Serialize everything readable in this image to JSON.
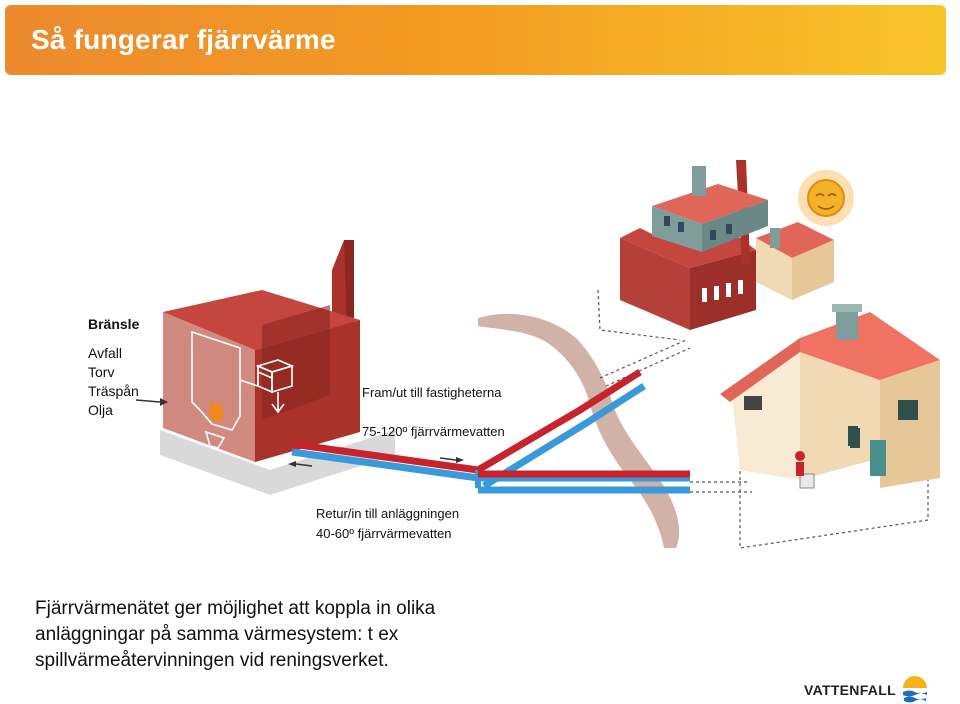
{
  "header": {
    "title": "Så fungerar fjärrvärme"
  },
  "fuel": {
    "heading": "Bränsle",
    "items": [
      "Avfall",
      "Torv",
      "Träspån",
      "Olja"
    ]
  },
  "supply": {
    "line1": "Fram/ut till fastigheterna",
    "line2": "75-120º fjärrvärmevatten"
  },
  "return": {
    "line1": "Retur/in till anläggningen",
    "line2": "40-60º fjärrvärmevatten"
  },
  "summary": {
    "lines": [
      "Fjärrvärmenätet ger möjlighet att koppla in olika",
      "anläggningar på samma värmesystem: t ex",
      "spillvärmeåtervinningen vid reningsverket."
    ]
  },
  "logo": {
    "text": "VATTENFALL"
  },
  "colors": {
    "title_bar": "#f39a22",
    "supply_pipe": "#c8232c",
    "return_pipe": "#3a9ad9",
    "plant_wall": "#b5403a",
    "roof": "#e0665a",
    "river": "#c9a59a"
  }
}
